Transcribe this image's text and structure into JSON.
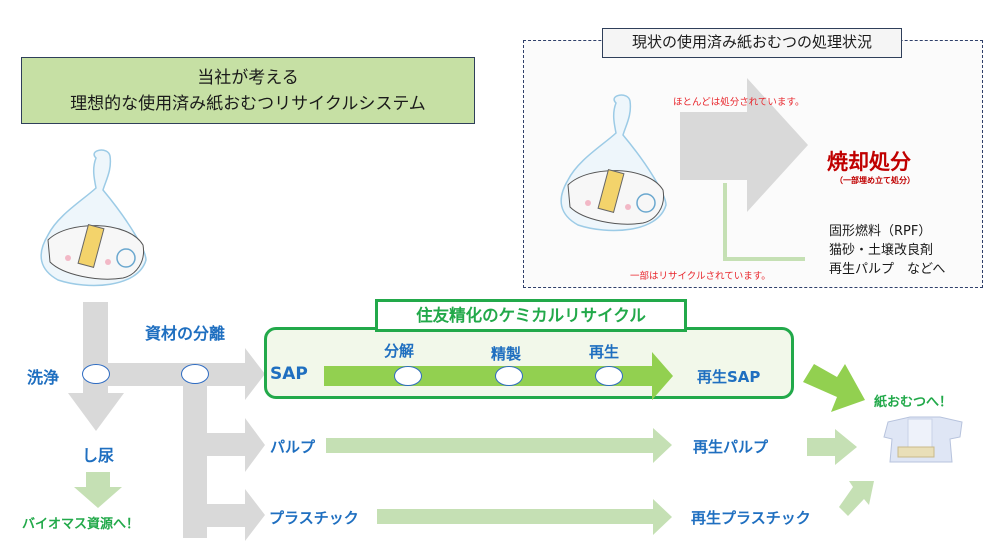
{
  "header": {
    "title_line1": "当社が考える",
    "title_line2": "理想的な使用済み紙おむつリサイクルシステム"
  },
  "current_status": {
    "title": "現状の使用済み紙おむつの処理状況",
    "mostly_note": "ほとんどは処分されています。",
    "incineration": "焼却処分",
    "incineration_sub": "（一部埋め立て処分）",
    "partial_note": "一部はリサイクルされています。",
    "recycle_targets": [
      "固形燃料（RPF）",
      "猫砂・土壌改良剤",
      "再生パルプ　などへ"
    ]
  },
  "flow": {
    "wash": "洗浄",
    "separation": "資材の分離",
    "urine": "し尿",
    "biomass": "バイオマス資源へ！",
    "materials": {
      "sap": "SAP",
      "pulp": "パルプ",
      "plastic": "プラスチック"
    },
    "chemical_recycle_title": "住友精化のケミカルリサイクル",
    "chem_steps": [
      "分解",
      "精製",
      "再生"
    ],
    "outputs": {
      "sap": "再生SAP",
      "pulp": "再生パルプ",
      "plastic": "再生プラスチック"
    },
    "to_diaper": "紙おむつへ！"
  },
  "colors": {
    "title_bg": "#c6e0a4",
    "gray_arrow": "#d9d9d9",
    "light_green_arrow": "#c5e0b4",
    "strong_green_arrow": "#92d050",
    "frame_green": "#22a94a",
    "label_blue": "#1f6fc0",
    "alert_red": "#c00000"
  }
}
